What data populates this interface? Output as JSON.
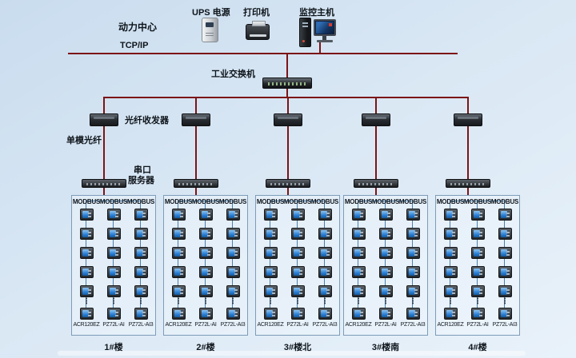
{
  "header": {
    "site_label": "动力中心",
    "ups_label": "UPS 电源",
    "printer_label": "打印机",
    "host_label": "监控主机"
  },
  "network": {
    "protocol_label": "TCP/IP",
    "switch_label": "工业交换机",
    "transceiver_label": "光纤收发器",
    "fiber_label": "单模光纤",
    "serial_label_line1": "串口",
    "serial_label_line2": "服务器"
  },
  "meter": {
    "dots": "⋮",
    "rows_before_dots": 5,
    "rows_after_dots": 1
  },
  "groups": [
    {
      "name": "1#楼",
      "columns": [
        {
          "protocol": "MODBUS",
          "model": "ACR120EZ"
        },
        {
          "protocol": "MODBUS",
          "model": "PZ72L-AI"
        },
        {
          "protocol": "MODBUS",
          "model": "PZ72L-AI3"
        }
      ]
    },
    {
      "name": "2#楼",
      "columns": [
        {
          "protocol": "MODBUS",
          "model": "ACR120EZ"
        },
        {
          "protocol": "MODBUS",
          "model": "PZ72L-AI"
        },
        {
          "protocol": "MODBUS",
          "model": "PZ72L-AI3"
        }
      ]
    },
    {
      "name": "3#楼北",
      "columns": [
        {
          "protocol": "MODBUS",
          "model": "ACR120EZ"
        },
        {
          "protocol": "MODBUS",
          "model": "PZ72L-AI"
        },
        {
          "protocol": "MODBUS",
          "model": "PZ72L-AI3"
        }
      ]
    },
    {
      "name": "3#楼南",
      "columns": [
        {
          "protocol": "MODBUS",
          "model": "ACR120EZ"
        },
        {
          "protocol": "MODBUS",
          "model": "PZ72L-AI"
        },
        {
          "protocol": "MODBUS",
          "model": "PZ72L-AI3"
        }
      ]
    },
    {
      "name": "4#楼",
      "columns": [
        {
          "protocol": "MODBUS",
          "model": "ACR120EZ"
        },
        {
          "protocol": "MODBUS",
          "model": "PZ72L-AI"
        },
        {
          "protocol": "MODBUS",
          "model": "PZ72L-AI3"
        }
      ]
    }
  ],
  "colors": {
    "line": "#7c1416",
    "bus": "#4a7fae",
    "box_border": "#7d9cb8",
    "screen": "#2b7fd4"
  }
}
